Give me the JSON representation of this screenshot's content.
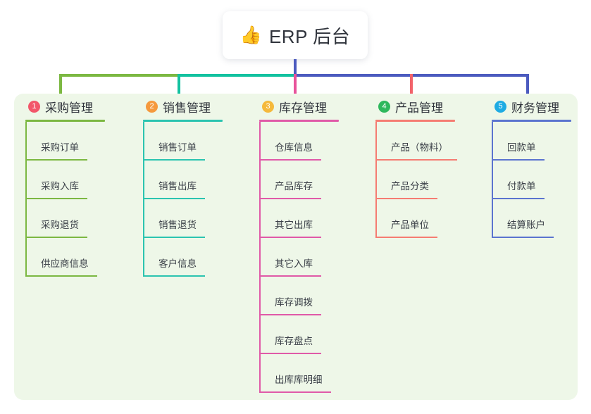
{
  "title": {
    "icon": "thumbs-up-icon",
    "icon_glyph": "👍",
    "text": "ERP 后台"
  },
  "colors": {
    "panel_background": "#eef7e8",
    "page_background": "#ffffff",
    "stem": "#4c5bbf",
    "bus_green": "#7cb842",
    "bus_teal": "#13c2a0",
    "bus_blue": "#4c5bbf",
    "drop_pink": "#e8539b",
    "drop_red": "#f2636b"
  },
  "columns": [
    {
      "index": "1",
      "badge_color": "#f2566a",
      "line_color": "#7cb842",
      "title": "采购管理",
      "head_rule_width": 113,
      "items": [
        {
          "label": "采购订单",
          "rule_width": 88
        },
        {
          "label": "采购入库",
          "rule_width": 88
        },
        {
          "label": "采购退货",
          "rule_width": 88
        },
        {
          "label": "供应商信息",
          "rule_width": 102
        }
      ]
    },
    {
      "index": "2",
      "badge_color": "#f5993d",
      "line_color": "#2bc4b0",
      "title": "销售管理",
      "head_rule_width": 113,
      "items": [
        {
          "label": "销售订单",
          "rule_width": 88
        },
        {
          "label": "销售出库",
          "rule_width": 88
        },
        {
          "label": "销售退货",
          "rule_width": 88
        },
        {
          "label": "客户信息",
          "rule_width": 88
        }
      ]
    },
    {
      "index": "3",
      "badge_color": "#f5b93c",
      "line_color": "#e05aa8",
      "title": "库存管理",
      "head_rule_width": 113,
      "items": [
        {
          "label": "仓库信息",
          "rule_width": 88
        },
        {
          "label": "产品库存",
          "rule_width": 88
        },
        {
          "label": "其它出库",
          "rule_width": 88
        },
        {
          "label": "其它入库",
          "rule_width": 88
        },
        {
          "label": "库存调拨",
          "rule_width": 88
        },
        {
          "label": "库存盘点",
          "rule_width": 88
        },
        {
          "label": "出库库明细",
          "rule_width": 102
        }
      ]
    },
    {
      "index": "4",
      "badge_color": "#2eb85c",
      "line_color": "#f57c72",
      "title": "产品管理",
      "head_rule_width": 113,
      "items": [
        {
          "label": "产品（物料）",
          "rule_width": 116
        },
        {
          "label": "产品分类",
          "rule_width": 88
        },
        {
          "label": "产品单位",
          "rule_width": 88
        }
      ]
    },
    {
      "index": "5",
      "badge_color": "#1eabe3",
      "line_color": "#5b74cf",
      "title": "财务管理",
      "head_rule_width": 113,
      "items": [
        {
          "label": "回款单",
          "rule_width": 75
        },
        {
          "label": "付款单",
          "rule_width": 75
        },
        {
          "label": "结算账户",
          "rule_width": 88
        }
      ]
    }
  ]
}
